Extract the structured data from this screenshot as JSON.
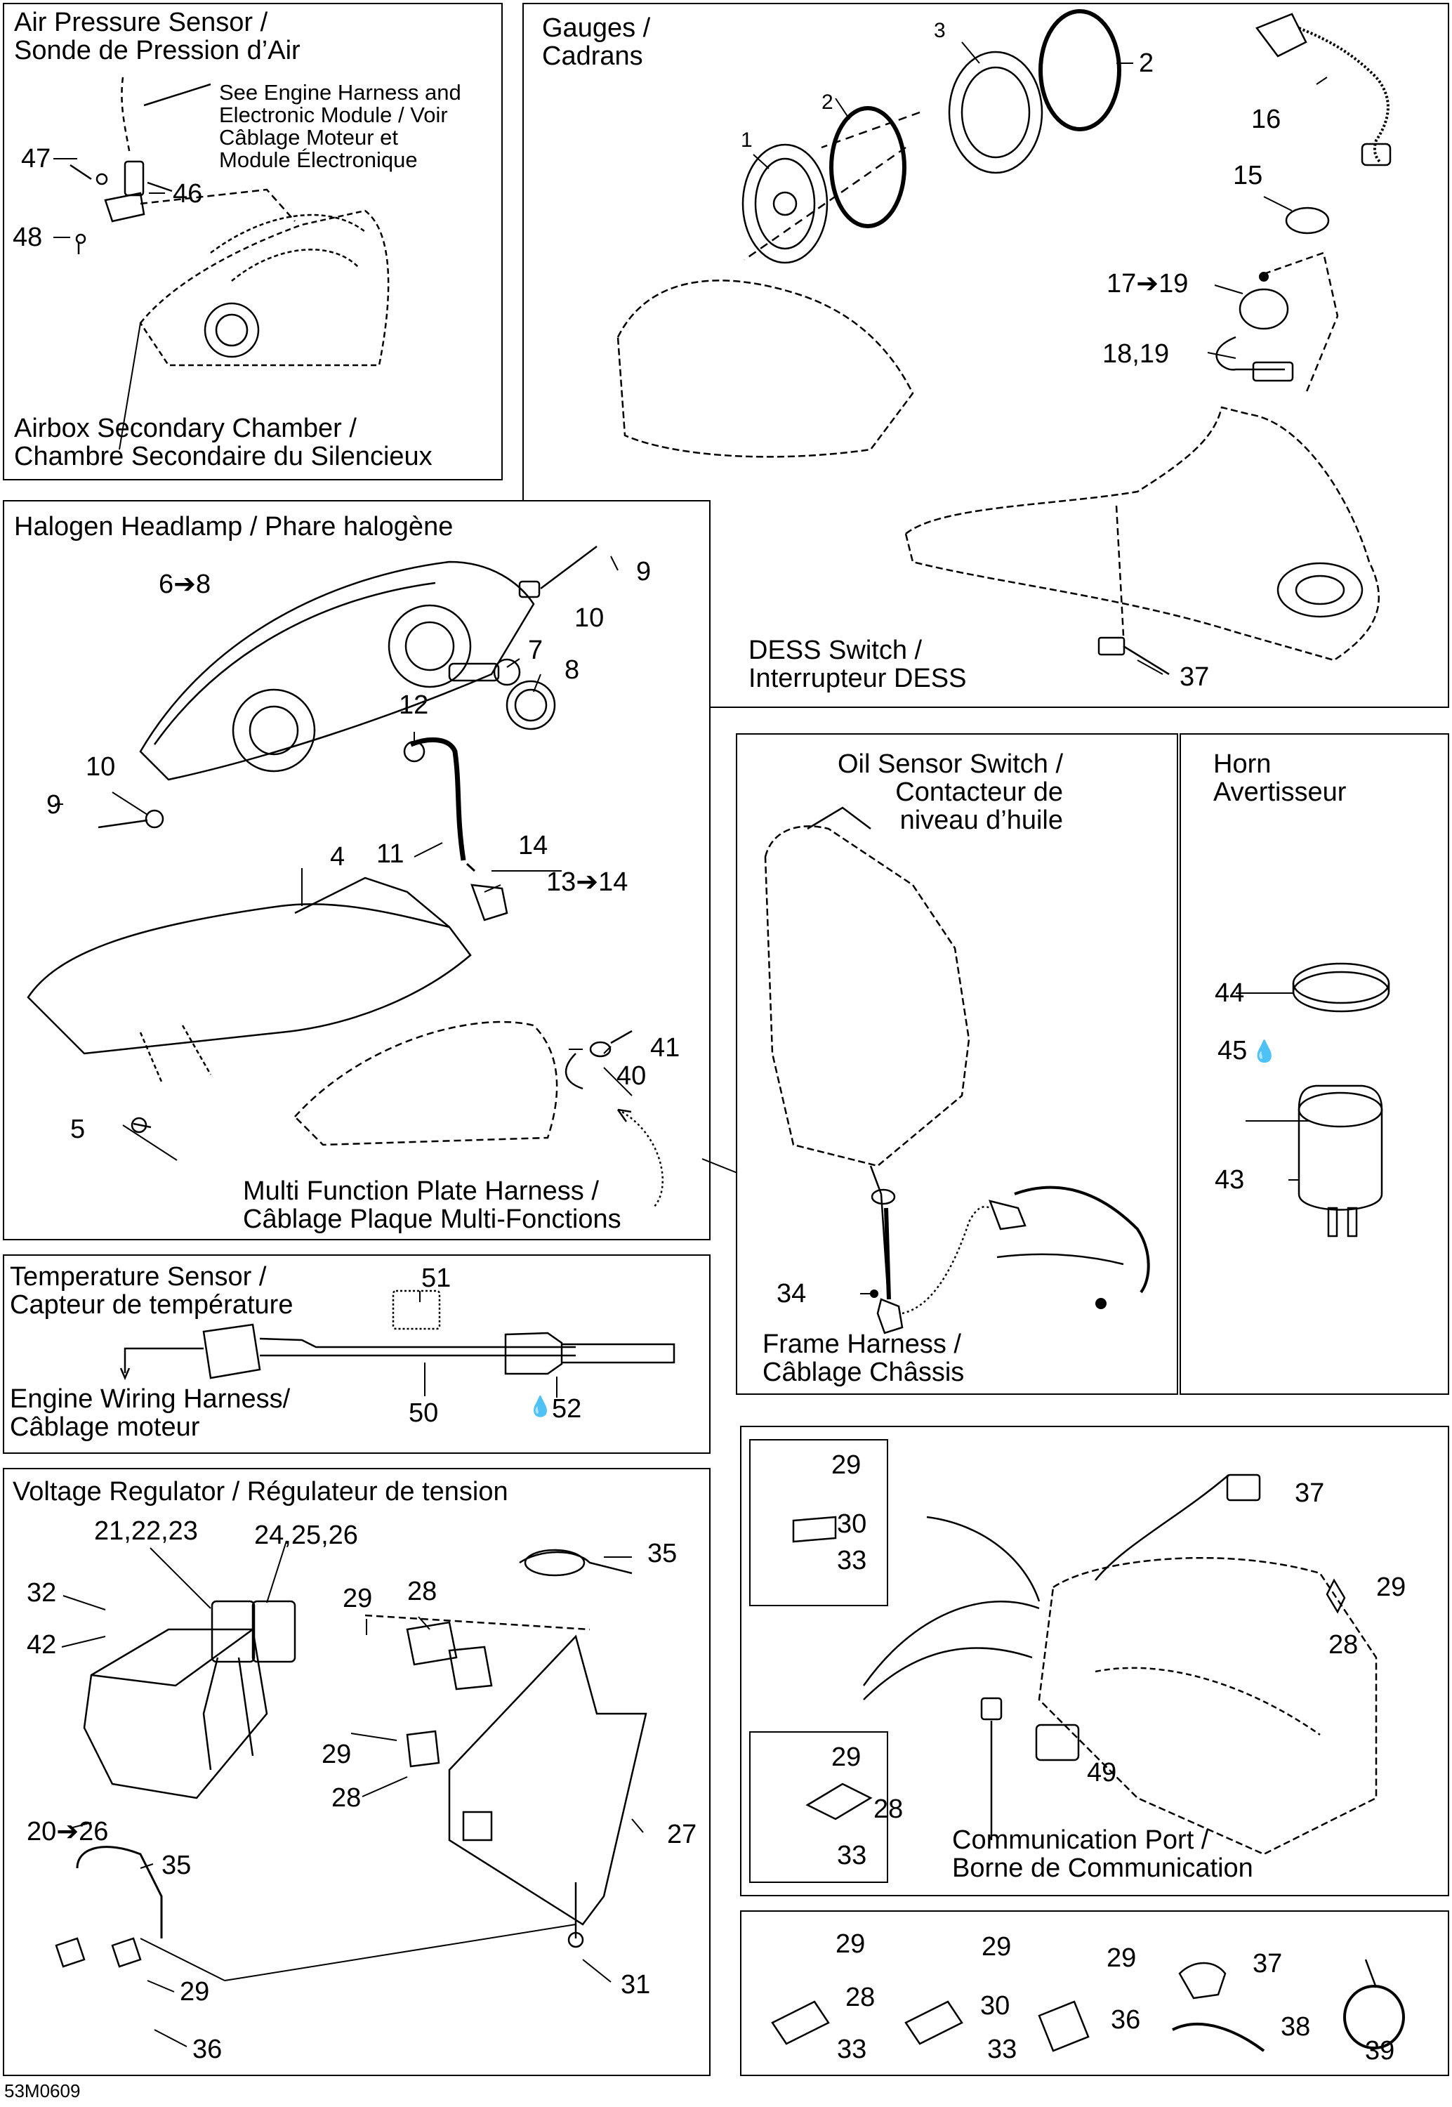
{
  "drawing_code": "53M0609",
  "panels": {
    "air_pressure": {
      "title": "Air Pressure Sensor /\nSonde de Pression d’Air",
      "note": "See Engine Harness and\nElectronic Module / Voir\nCâblage Moteur et\nModule Électronique",
      "sub": "Airbox Secondary Chamber /\nChambre Secondaire du Silencieux",
      "n46": "46",
      "n47": "47",
      "n48": "48"
    },
    "gauges": {
      "title": "Gauges /\nCadrans",
      "dess": "DESS Switch /\nInterrupteur DESS",
      "n1": "1",
      "n2a": "2",
      "n2b": "2",
      "n3": "3",
      "n15": "15",
      "n16": "16",
      "n17": "17➔19",
      "n18": "18,19",
      "n37": "37"
    },
    "headlamp": {
      "title": "Halogen Headlamp / Phare halogène",
      "mfp": "Multi Function Plate Harness /\nCâblage Plaque Multi-Fonctions",
      "n4": "4",
      "n5": "5",
      "n6": "6➔8",
      "n7": "7",
      "n8": "8",
      "n9a": "9",
      "n9b": "9",
      "n10a": "10",
      "n10b": "10",
      "n11": "11",
      "n12": "12",
      "n13": "13➔14",
      "n14": "14",
      "n40": "40",
      "n41": "41"
    },
    "oil": {
      "title": "Oil Sensor Switch /\nContacteur de\nniveau d’huile",
      "frame": "Frame Harness /\nCâblage Châssis",
      "n34": "34"
    },
    "horn": {
      "title": "Horn\nAvertisseur",
      "n43": "43",
      "n44": "44",
      "n45": "45"
    },
    "temp": {
      "title": "Temperature Sensor /\nCapteur de température",
      "engine": "Engine Wiring Harness/\nCâblage moteur",
      "n50": "50",
      "n51": "51",
      "n52": "52"
    },
    "voltage": {
      "title": "Voltage Regulator / Régulateur de tension",
      "n20": "20➔26",
      "n21": "21,22,23",
      "n24": "24,25,26",
      "n27": "27",
      "n28a": "28",
      "n28b": "28",
      "n29a": "29",
      "n29b": "29",
      "n29c": "29",
      "n31": "31",
      "n32": "32",
      "n35a": "35",
      "n35b": "35",
      "n36": "36",
      "n42": "42"
    },
    "comm": {
      "title": "Communication Port /\nBorne de Communication",
      "n29a": "29",
      "n29b": "29",
      "n29c": "29",
      "n28a": "28",
      "n28b": "28",
      "n30": "30",
      "n33a": "33",
      "n33b": "33",
      "n37": "37",
      "n49": "49"
    },
    "fasteners": {
      "n29a": "29",
      "n29b": "29",
      "n29c": "29",
      "n28": "28",
      "n30": "30",
      "n33a": "33",
      "n33b": "33",
      "n36": "36",
      "n37": "37",
      "n38": "38",
      "n39": "39"
    }
  }
}
